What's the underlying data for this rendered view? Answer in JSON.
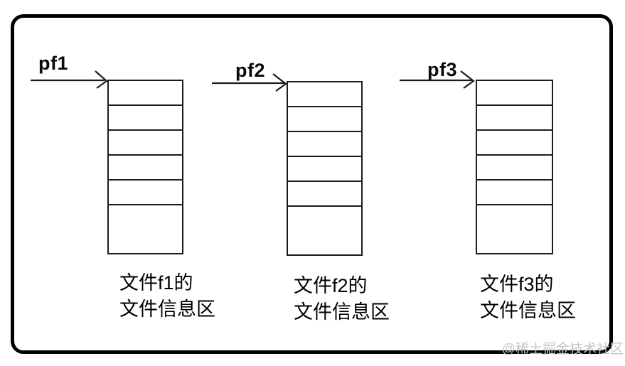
{
  "diagram": {
    "pointers": [
      {
        "label": "pf1"
      },
      {
        "label": "pf2"
      },
      {
        "label": "pf3"
      }
    ],
    "stacks": [
      {
        "caption_line1": "文件f1的",
        "caption_line2": "文件信息区",
        "cell_count": 6
      },
      {
        "caption_line1": "文件f2的",
        "caption_line2": "文件信息区",
        "cell_count": 6
      },
      {
        "caption_line1": "文件f3的",
        "caption_line2": "文件信息区",
        "cell_count": 6
      }
    ],
    "watermark": "@稀土掘金技术社区",
    "colors": {
      "line": "#1c1c1c",
      "text": "#000000",
      "watermark": "#c6c6c6",
      "background": "#ffffff"
    }
  }
}
